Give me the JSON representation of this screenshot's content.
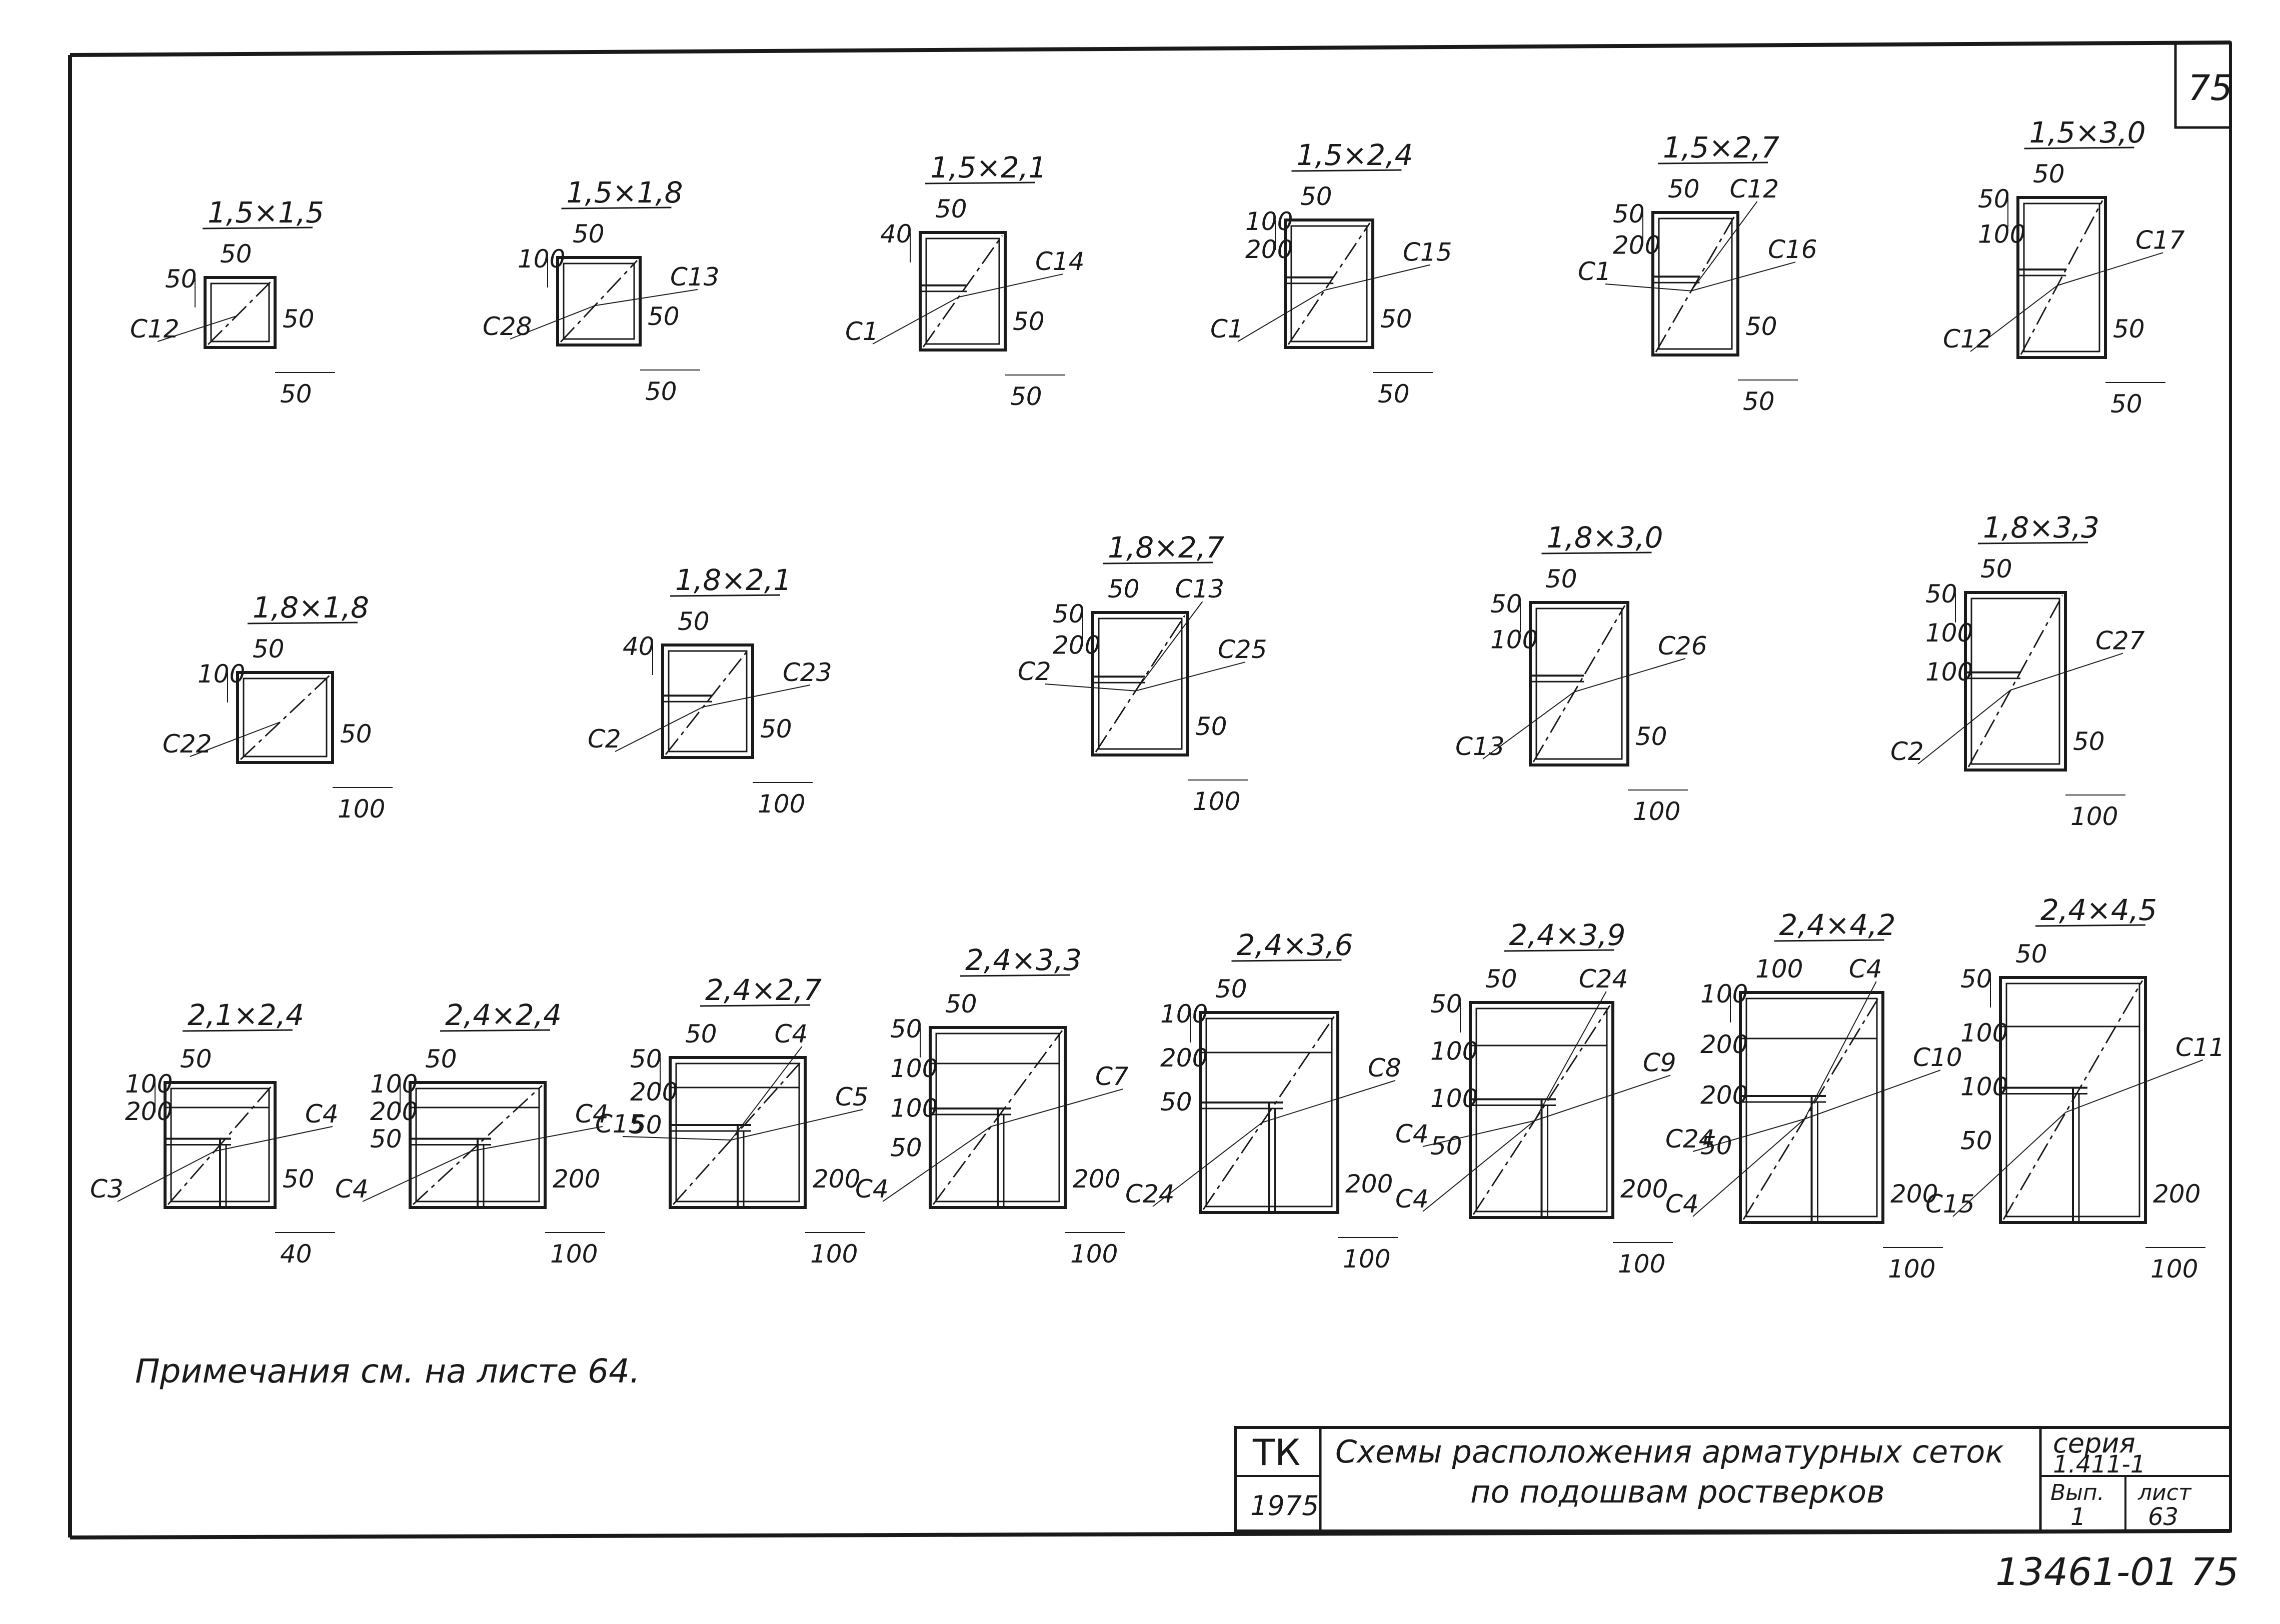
{
  "sheet": {
    "page_number": "75",
    "note": "Примечания см. на листе 64.",
    "bottom_code": "13461-01 75"
  },
  "title_block": {
    "org": "ТК",
    "year": "1975",
    "title_line1": "Схемы расположения арматурных сеток",
    "title_line2": "по подошвам ростверков",
    "series_label": "серия",
    "series_value": "1.411-1",
    "issue_label": "Вып.",
    "issue_value": "1",
    "sheet_label": "лист",
    "sheet_value": "63"
  },
  "schemes": [
    {
      "title": "1,5×1,5",
      "labels": [
        "С12"
      ],
      "dims": [
        "50",
        "50",
        "50",
        "50"
      ]
    },
    {
      "title": "1,5×1,8",
      "labels": [
        "С28",
        "С13"
      ],
      "dims": [
        "100",
        "50",
        "50",
        "50"
      ]
    },
    {
      "title": "1,5×2,1",
      "labels": [
        "С1",
        "С14"
      ],
      "dims": [
        "40",
        "50",
        "50",
        "50"
      ]
    },
    {
      "title": "1,5×2,4",
      "labels": [
        "С1",
        "С15"
      ],
      "dims": [
        "100",
        "50",
        "200",
        "50",
        "50"
      ]
    },
    {
      "title": "1,5×2,7",
      "labels": [
        "С1",
        "С12",
        "С16"
      ],
      "dims": [
        "50",
        "50",
        "200",
        "50",
        "50"
      ]
    },
    {
      "title": "1,5×3,0",
      "labels": [
        "С12",
        "С17"
      ],
      "dims": [
        "50",
        "50",
        "100",
        "50",
        "50"
      ]
    },
    {
      "title": "1,8×1,8",
      "labels": [
        "С22"
      ],
      "dims": [
        "100",
        "50",
        "50",
        "100"
      ]
    },
    {
      "title": "1,8×2,1",
      "labels": [
        "С2",
        "С23"
      ],
      "dims": [
        "40",
        "50",
        "50",
        "100"
      ]
    },
    {
      "title": "1,8×2,7",
      "labels": [
        "С2",
        "С13",
        "С25"
      ],
      "dims": [
        "50",
        "50",
        "200",
        "50",
        "100"
      ]
    },
    {
      "title": "1,8×3,0",
      "labels": [
        "С13",
        "С26"
      ],
      "dims": [
        "50",
        "50",
        "100",
        "50",
        "100"
      ]
    },
    {
      "title": "1,8×3,3",
      "labels": [
        "С2",
        "С27"
      ],
      "dims": [
        "50",
        "50",
        "100",
        "100",
        "50",
        "100"
      ]
    },
    {
      "title": "2,1×2,4",
      "labels": [
        "С3",
        "С4"
      ],
      "dims": [
        "100",
        "50",
        "200",
        "50",
        "40"
      ]
    },
    {
      "title": "2,4×2,4",
      "labels": [
        "С4",
        "С4"
      ],
      "dims": [
        "100",
        "50",
        "200",
        "50",
        "200",
        "100"
      ]
    },
    {
      "title": "2,4×2,7",
      "labels": [
        "С15",
        "С4",
        "С5"
      ],
      "dims": [
        "50",
        "50",
        "200",
        "50",
        "200",
        "100"
      ]
    },
    {
      "title": "2,4×3,3",
      "labels": [
        "С4",
        "С7"
      ],
      "dims": [
        "50",
        "50",
        "100",
        "100",
        "50",
        "200",
        "100"
      ]
    },
    {
      "title": "2,4×3,6",
      "labels": [
        "С24",
        "С8"
      ],
      "dims": [
        "100",
        "50",
        "200",
        "50",
        "200",
        "100"
      ]
    },
    {
      "title": "2,4×3,9",
      "labels": [
        "С4",
        "С24",
        "С4",
        "С9"
      ],
      "dims": [
        "50",
        "50",
        "100",
        "100",
        "50",
        "200",
        "100"
      ]
    },
    {
      "title": "2,4×4,2",
      "labels": [
        "С24",
        "С4",
        "С4",
        "С10"
      ],
      "dims": [
        "100",
        "100",
        "200",
        "200",
        "50",
        "200",
        "100"
      ]
    },
    {
      "title": "2,4×4,5",
      "labels": [
        "С15",
        "С11"
      ],
      "dims": [
        "50",
        "50",
        "100",
        "100",
        "50",
        "200",
        "100"
      ]
    }
  ]
}
